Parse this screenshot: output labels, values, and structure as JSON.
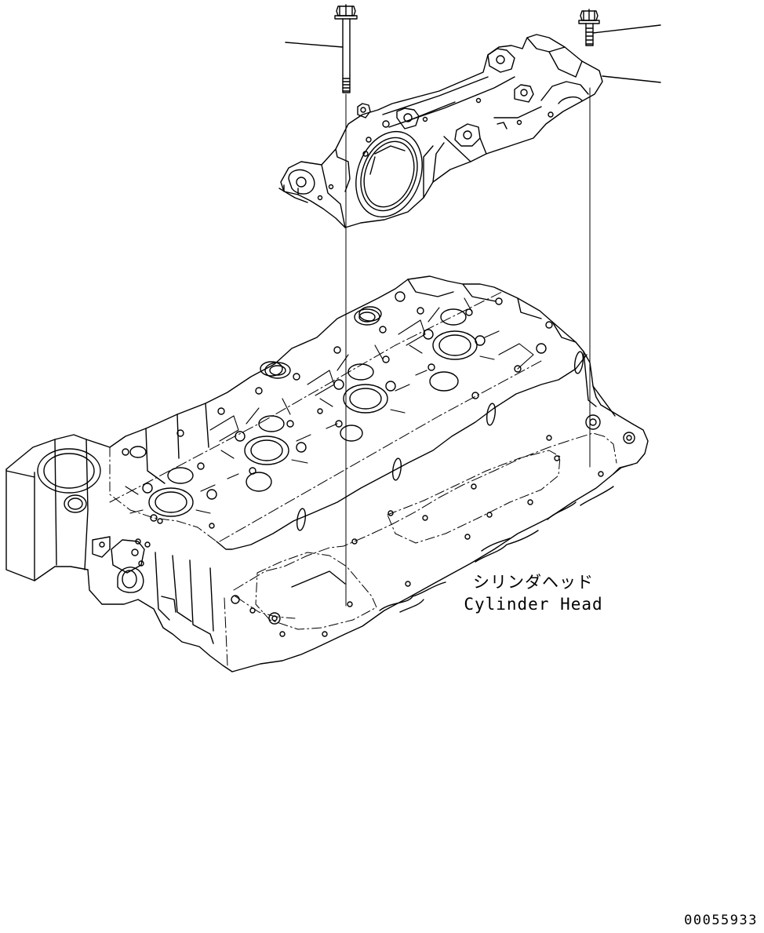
{
  "part_label": {
    "japanese": "シリンダヘッド",
    "english": "Cylinder Head"
  },
  "drawing_number": "00055933"
}
